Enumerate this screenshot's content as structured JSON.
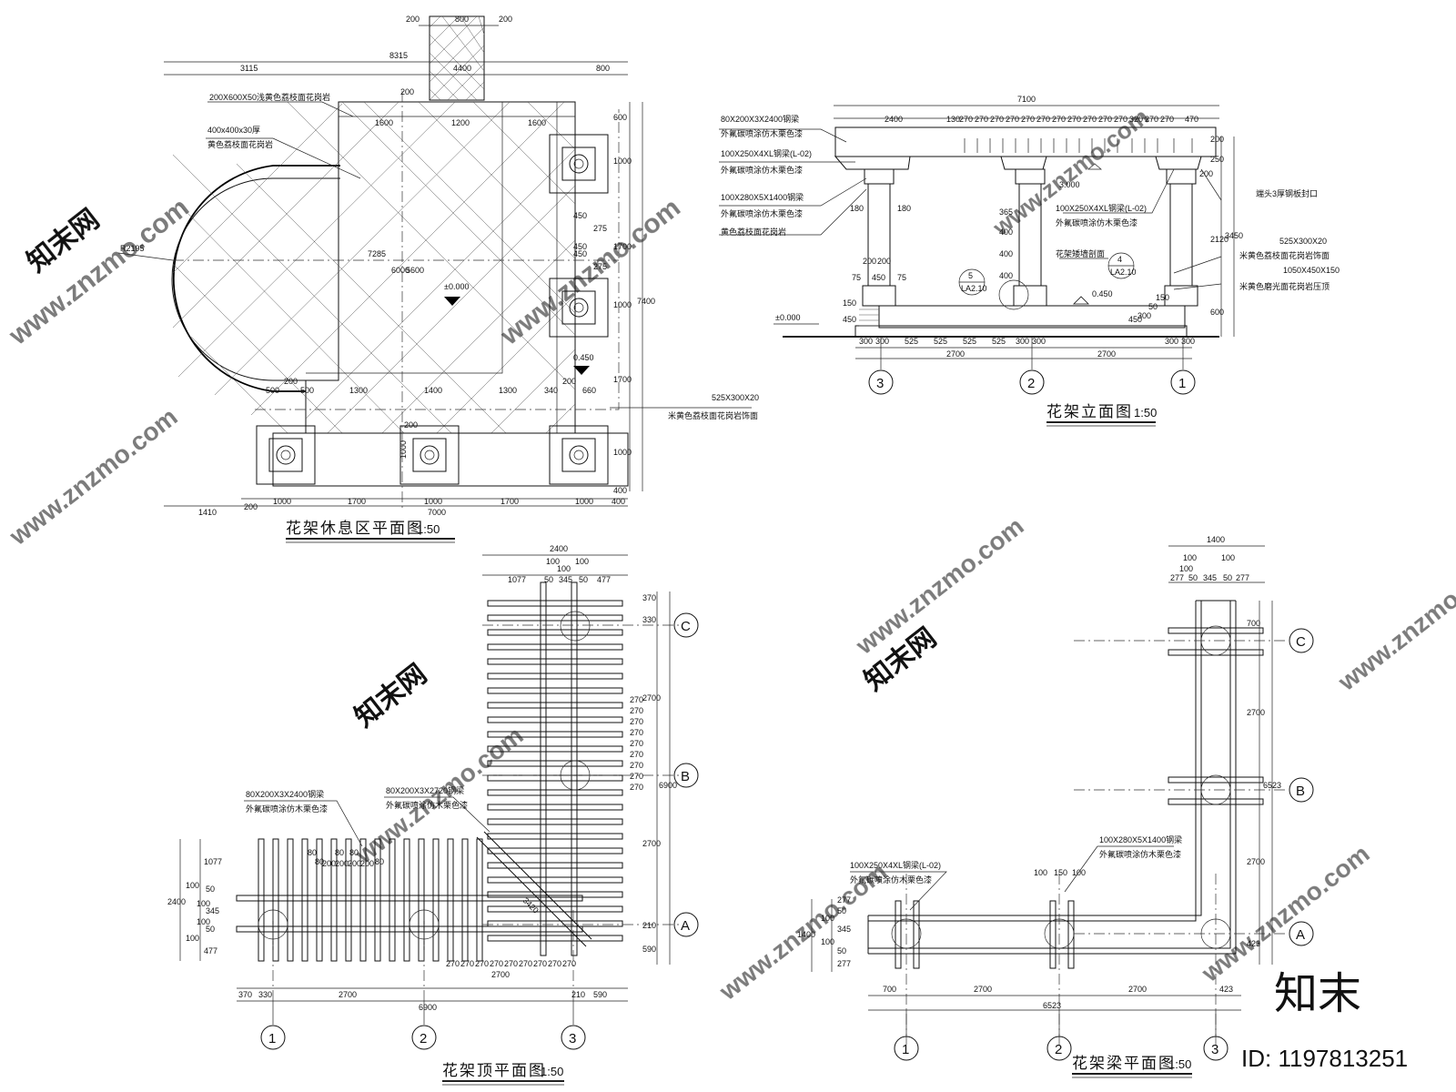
{
  "drawings": {
    "plan": {
      "title": "花架休息区平面图",
      "scale": "1:50",
      "dims_top": [
        "200",
        "800",
        "200",
        "8315",
        "3115",
        "4400",
        "800",
        "200",
        "1600",
        "1200",
        "1600"
      ],
      "dims_right": [
        "600",
        "1000",
        "275",
        "1700",
        "450",
        "275",
        "1000",
        "1700",
        "1000",
        "400",
        "7400"
      ],
      "dims_bottom": [
        "1410",
        "200",
        "1000",
        "1700",
        "1000",
        "1700",
        "1000",
        "400",
        "7000"
      ],
      "dims_inner": [
        "450",
        "450",
        "6000",
        "5600",
        "7285",
        "500",
        "200",
        "500",
        "1300",
        "1400",
        "1300",
        "340",
        "200",
        "660",
        "200",
        "1000",
        "1000"
      ],
      "radius": "R2195",
      "level_0": "±0.000",
      "level_1": "0.450",
      "notes": [
        "200X600X50浅黄色荔枝面花岗岩",
        "400x400x30厚",
        "黄色荔枝面花岗岩",
        "525X300X20",
        "米黄色荔枝面花岗岩饰面"
      ]
    },
    "elevation": {
      "title": "花架立面图",
      "scale": "1:50",
      "dims_top": [
        "7100",
        "2400",
        "130",
        "270",
        "270",
        "270",
        "270",
        "270",
        "270",
        "270",
        "270",
        "270",
        "270",
        "270",
        "320",
        "270",
        "270",
        "470"
      ],
      "dims_right": [
        "200",
        "250",
        "200",
        "2120",
        "3450",
        "600"
      ],
      "dims_left": [
        "180",
        "180",
        "365",
        "400",
        "400",
        "400",
        "75",
        "450",
        "75",
        "200",
        "200",
        "150",
        "450"
      ],
      "dims_bottom": [
        "300",
        "300",
        "525",
        "525",
        "525",
        "525",
        "300",
        "300",
        "300",
        "300",
        "2700",
        "2700"
      ],
      "dims_misc": [
        "300",
        "50",
        "150",
        "450"
      ],
      "levels": [
        "3.000",
        "±0.000",
        "0.450"
      ],
      "section_refs": [
        {
          "num": "5",
          "sheet": "LA2.10"
        },
        {
          "num": "4",
          "sheet": "LA2.10"
        }
      ],
      "notes": [
        "80X200X3X2400钢梁",
        "外氟碳喷涂仿木栗色漆",
        "100X250X4XL钢梁(L-02)",
        "外氟碳喷涂仿木栗色漆",
        "100X280X5X1400钢梁",
        "外氟碳喷涂仿木栗色漆",
        "黄色荔枝面花岗岩",
        "100X250X4XL钢梁(L-02)",
        "外氟碳喷涂仿木栗色漆",
        "端头3厚钢板封口",
        "525X300X20",
        "米黄色荔枝面花岗岩饰面",
        "1050X450X150",
        "米黄色磨光面花岗岩压顶",
        "花架矮墙剖面"
      ],
      "axes": [
        "3",
        "2",
        "1"
      ]
    },
    "roof": {
      "title": "花架顶平面图",
      "scale": "1:50",
      "dims_top": [
        "2400",
        "100",
        "100",
        "100",
        "1077",
        "50",
        "345",
        "50",
        "477"
      ],
      "dims_right": [
        "370",
        "330",
        "2700",
        "6900",
        "2700",
        "210",
        "590"
      ],
      "dims_right_inner": [
        "270",
        "270",
        "270",
        "270",
        "270",
        "270",
        "270",
        "270",
        "270"
      ],
      "dims_left": [
        "2400",
        "1077",
        "100",
        "50",
        "100",
        "345",
        "100",
        "50",
        "100",
        "477"
      ],
      "dims_mid": [
        "80",
        "80",
        "80",
        "80",
        "200",
        "200",
        "200",
        "200",
        "80"
      ],
      "dims_bottom": [
        "370",
        "330",
        "2700",
        "270",
        "270",
        "270",
        "270",
        "270",
        "270",
        "270",
        "270",
        "270",
        "2700",
        "210",
        "590",
        "6900"
      ],
      "diag_dim": "3420",
      "notes": [
        "80X200X3X2400钢梁",
        "外氟碳喷涂仿木栗色漆",
        "80X200X3X2720钢梁",
        "外氟碳喷涂仿木栗色漆"
      ],
      "axes_bottom": [
        "1",
        "2",
        "3"
      ],
      "axes_right": [
        "C",
        "B",
        "A"
      ]
    },
    "beam": {
      "title": "花架梁平面图",
      "scale": "1:50",
      "dims_top": [
        "1400",
        "100",
        "100",
        "100",
        "277",
        "50",
        "345",
        "50",
        "277"
      ],
      "dims_right": [
        "700",
        "2700",
        "6523",
        "2700",
        "423"
      ],
      "dims_left": [
        "1400",
        "277",
        "50",
        "100",
        "345",
        "100",
        "50",
        "277"
      ],
      "dims_mid": [
        "100",
        "150",
        "100"
      ],
      "dims_bottom": [
        "700",
        "2700",
        "2700",
        "423",
        "6523"
      ],
      "notes": [
        "100X280X5X1400钢梁",
        "外氟碳喷涂仿木栗色漆",
        "100X250X4XL钢梁(L-02)",
        "外氟碳喷涂仿木栗色漆"
      ],
      "axes_bottom": [
        "1",
        "2",
        "3"
      ],
      "axes_right": [
        "C",
        "B",
        "A"
      ]
    }
  },
  "watermark": {
    "site": "www.znzmo.com",
    "brand_cn": "知末网",
    "logo": "知末",
    "id_text": "ID: 1197813251"
  }
}
